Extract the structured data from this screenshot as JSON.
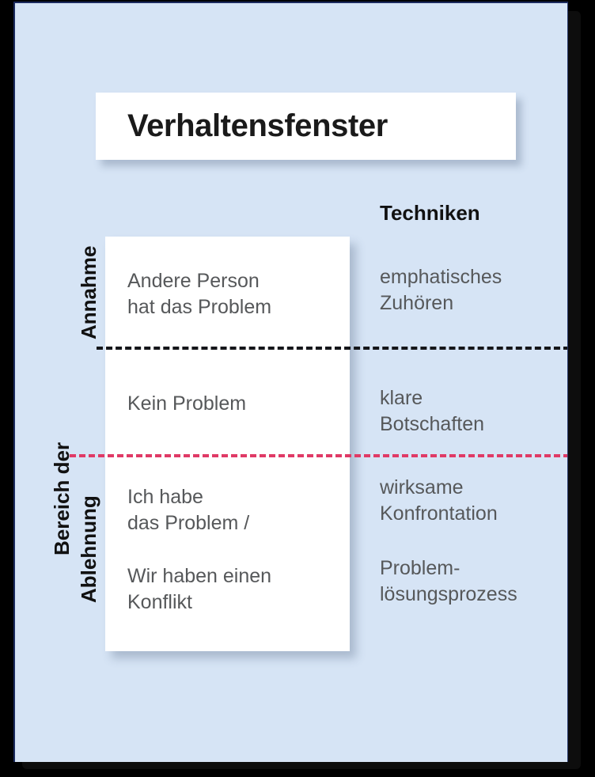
{
  "page": {
    "background_color": "#d6e4f5",
    "frame_color": "#000000",
    "border_color": "#1b2a5e"
  },
  "title": {
    "text": "Verhaltensfenster"
  },
  "columns": {
    "techniken_header": "Techniken"
  },
  "axis_labels": {
    "outer": "Bereich der",
    "upper": "Annahme",
    "lower": "Ablehnung"
  },
  "dividers": [
    {
      "name": "annahme-split",
      "style": "dashed",
      "color": "#15161a"
    },
    {
      "name": "annahme-ablehnung-boundary",
      "style": "dashed",
      "color": "#e03a66"
    }
  ],
  "rows": [
    {
      "zone": "Annahme",
      "situation": "Andere Person\nhat das Problem",
      "technik": "emphatisches\nZuhören"
    },
    {
      "zone": "Annahme",
      "situation": "Kein Problem",
      "technik": "klare\nBotschaften"
    },
    {
      "zone": "Ablehnung",
      "situation_a": "Ich habe\ndas Problem /",
      "situation_b": "Wir haben einen\nKonflikt",
      "technik_a": "wirksame\nKonfrontation",
      "technik_b": "Problem-\nlösungsprozess"
    }
  ],
  "text_color": "#56585a",
  "heading_color": "#111111"
}
